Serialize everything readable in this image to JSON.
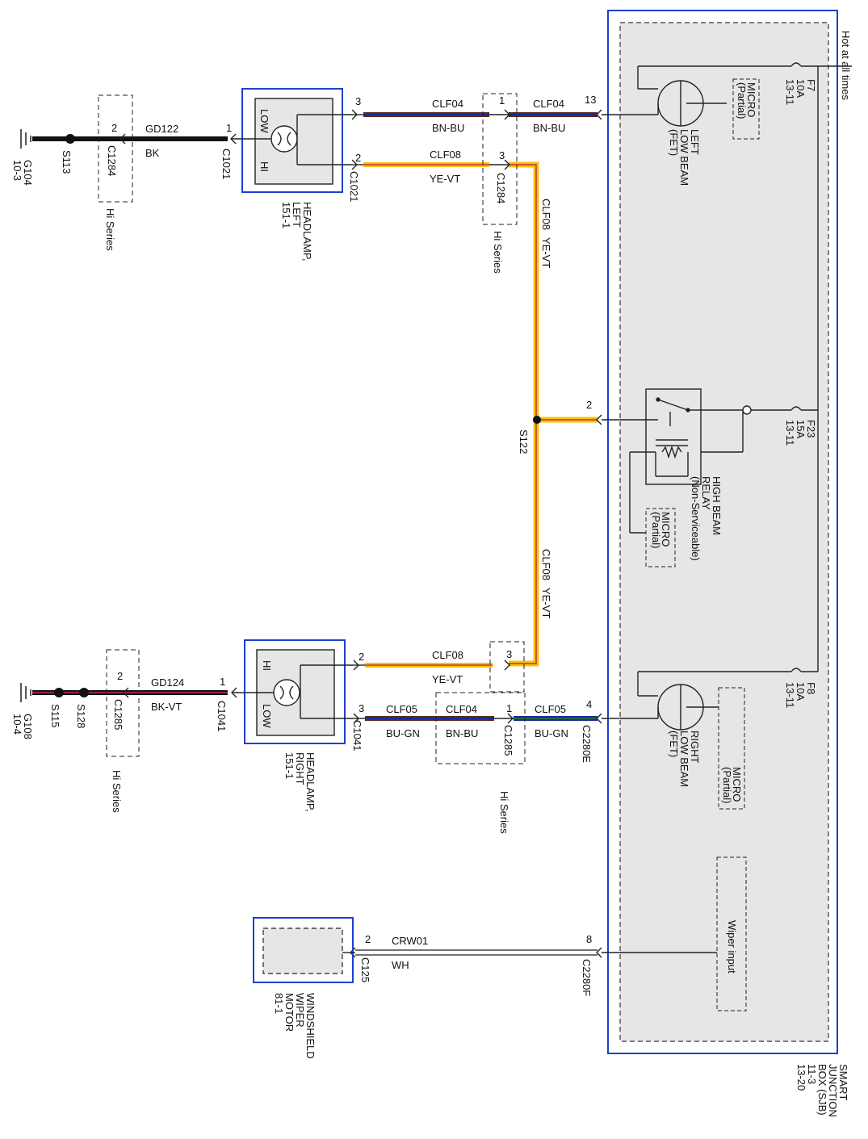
{
  "sjb": {
    "title_1": "SMART",
    "title_2": "JUNCTION",
    "title_3": "BOX (SJB)",
    "title_4": "11-3",
    "title_5": "13-20",
    "hot_at_all_times": "Hot at all times",
    "fuse_f7": {
      "name": "F7",
      "rating": "10A",
      "ref": "13-11"
    },
    "fuse_f23": {
      "name": "F23",
      "rating": "15A",
      "ref": "13-11"
    },
    "fuse_f8": {
      "name": "F8",
      "rating": "10A",
      "ref": "13-11"
    },
    "micro_partial_1": {
      "l1": "MICRO",
      "l2": "(Partial)"
    },
    "micro_partial_2": {
      "l1": "MICRO",
      "l2": "(Partial)"
    },
    "micro_partial_3": {
      "l1": "MICRO",
      "l2": "(Partial)"
    },
    "left_low_beam": {
      "l1": "LEFT",
      "l2": "LOW BEAM",
      "l3": "(FET)"
    },
    "right_low_beam": {
      "l1": "RIGHT",
      "l2": "LOW BEAM",
      "l3": "(FET)"
    },
    "high_beam_relay": {
      "l1": "HIGH BEAM",
      "l2": "RELAY",
      "l3": "(Non-Serviceable)"
    },
    "wiper_input": "Wiper input",
    "pin_13": "13",
    "pin_2": "2",
    "pin_4": "4",
    "pin_8": "8",
    "conn_c2280e": "C2280E",
    "conn_c2280f": "C2280F"
  },
  "wires": {
    "clf04": "CLF04",
    "clf08": "CLF08",
    "clf05": "CLF05",
    "gd122": "GD122",
    "gd124": "GD124",
    "crw01": "CRW01",
    "bn_bu": "BN-BU",
    "ye_vt": "YE-VT",
    "bu_gn": "BU-GN",
    "bk": "BK",
    "bk_vt": "BK-VT",
    "wh": "WH"
  },
  "splices": {
    "s122": "S122",
    "s113": "S113",
    "s115": "S115",
    "s128": "S128"
  },
  "grounds": {
    "g104": {
      "name": "G104",
      "ref": "10-3"
    },
    "g108": {
      "name": "G108",
      "ref": "10-4"
    }
  },
  "connectors": {
    "c1284": "C1284",
    "c1285": "C1285",
    "c1021": "C1021",
    "c1041": "C1041",
    "c125": "C125",
    "hi_series": "Hi Series"
  },
  "pins": {
    "p1": "1",
    "p2": "2",
    "p3": "3"
  },
  "headlamp_left": {
    "l1": "HEADLAMP,",
    "l2": "LEFT",
    "l3": "151-1",
    "low": "LOW",
    "hi": "HI"
  },
  "headlamp_right": {
    "l1": "HEADLAMP,",
    "l2": "RIGHT",
    "l3": "151-1",
    "low": "LOW",
    "hi": "HI"
  },
  "wiper_motor": {
    "l1": "WINDSHIELD",
    "l2": "WIPER",
    "l3": "MOTOR",
    "l4": "81-1"
  },
  "colors": {
    "component_border": "#1f3fd0",
    "component_fill": "#e6e6e6",
    "wire_brown": "#5a2a1a",
    "wire_blue": "#1a2a9a",
    "wire_yellow": "#f5c400",
    "wire_violet": "#c03050",
    "wire_black": "#111111"
  }
}
